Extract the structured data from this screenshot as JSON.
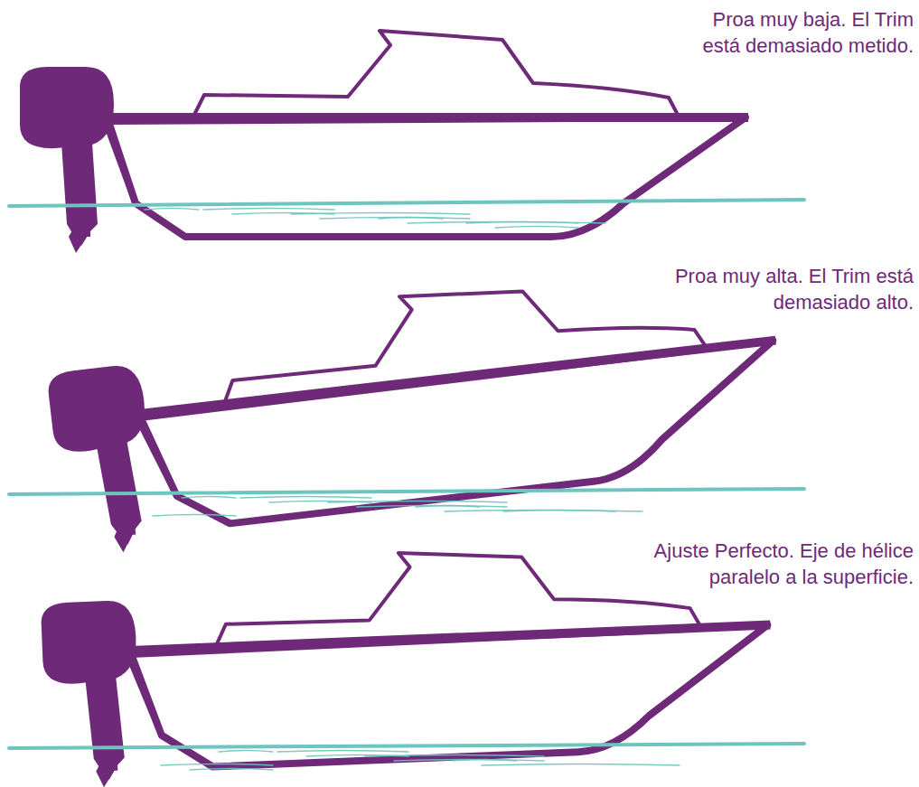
{
  "diagram": {
    "labels": [
      "Proa muy baja. El Trim está demasiado metido.",
      "Proa muy alta. El Trim está demasiado alto.",
      "Ajuste Perfecto. Eje de hélice paralelo a la superficie."
    ]
  }
}
